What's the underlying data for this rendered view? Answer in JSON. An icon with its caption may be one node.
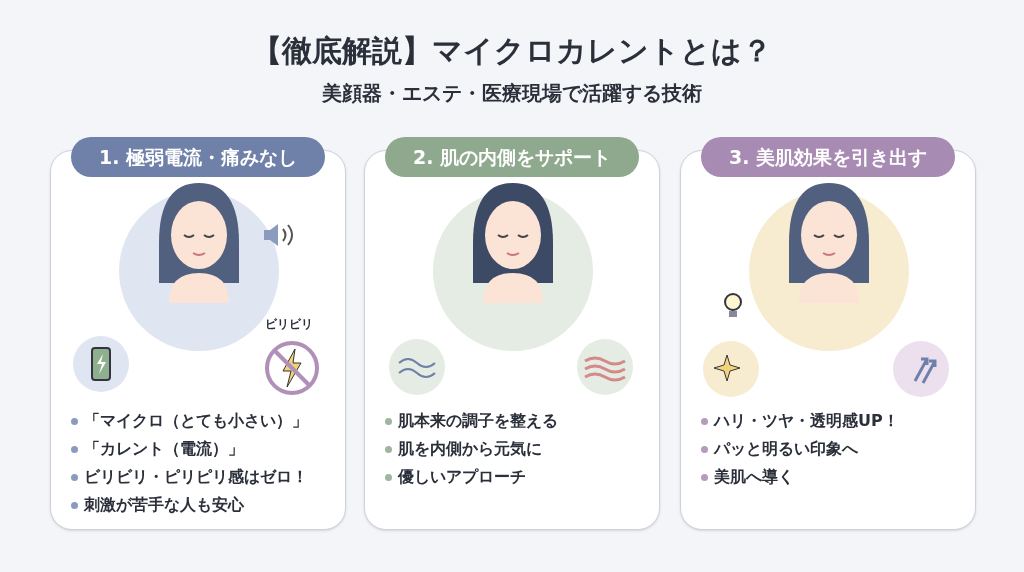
{
  "diagram": {
    "title": "【徹底解説】マイクロカレントとは？",
    "nodes": [
      {
        "text": [
          "1. 極弱電流・痛みなし",
          "「マイクロ（とても小さい）」",
          "「カレント（電流）」",
          "ビリビリ・ピリピリ感はゼロ！",
          "刺激が苦手な人も安心"
        ]
      },
      {
        "text": [
          "2. 肌の内側をサポート",
          "肌本来の調子を整える",
          "肌を内側から元気に",
          "優しいアプローチ"
        ]
      },
      {
        "text": [
          "3. 美肌効果を引き出す",
          "ハリ・ツヤ・透明感UP！",
          "パッと明るい印象へ",
          "美肌へ導く"
        ]
      }
    ],
    "labels": [
      "美顔器・エステ・医療現場で活躍する技術",
      "ビリビリ"
    ]
  }
}
